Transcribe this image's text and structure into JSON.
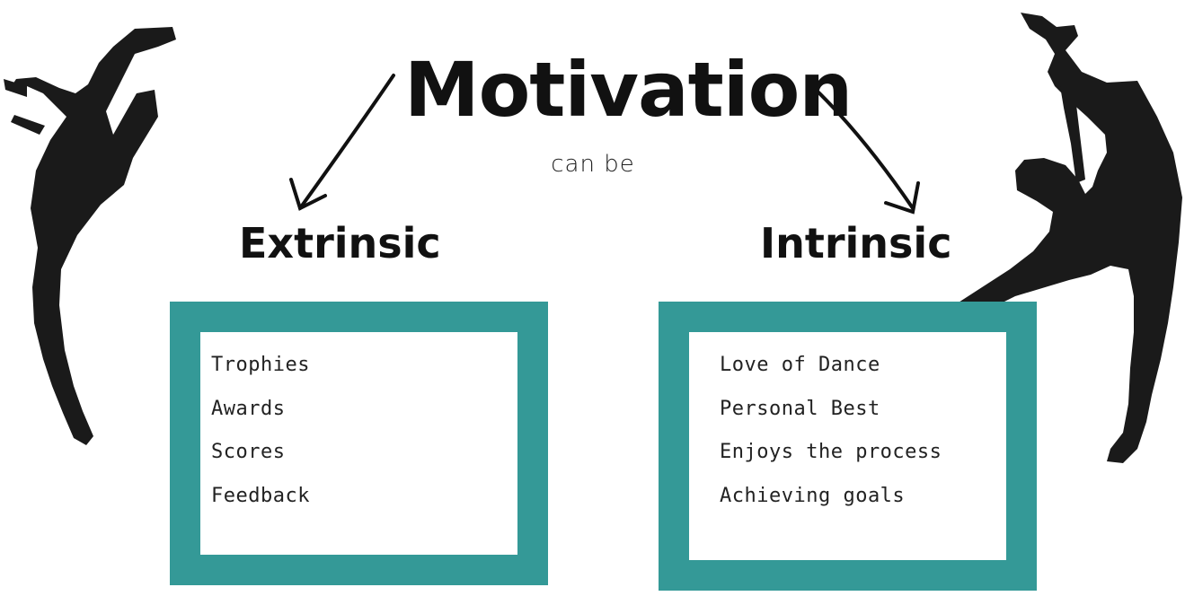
{
  "title": "Motivation",
  "subtitle": "can be",
  "branches": {
    "left": {
      "label": "Extrinsic",
      "items": [
        "Trophies",
        "Awards",
        "Scores",
        "Feedback"
      ]
    },
    "right": {
      "label": "Intrinsic",
      "items": [
        "Love of Dance",
        "Personal Best",
        "Enjoys the process",
        "Achieving goals"
      ]
    }
  },
  "colors": {
    "box_border": "#349997",
    "silhouette": "#1a1a1a",
    "text": "#111111"
  },
  "icons": [
    "dancer-silhouette-left",
    "dancer-silhouette-right",
    "arrow-left",
    "arrow-right"
  ]
}
